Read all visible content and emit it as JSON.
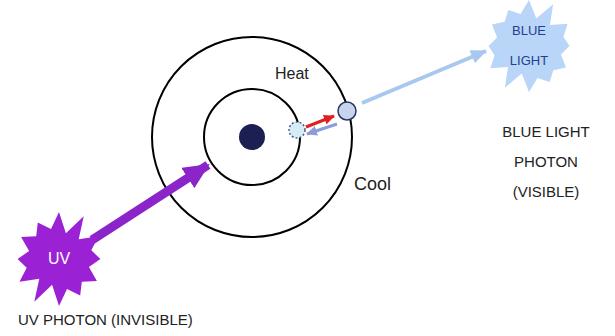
{
  "diagram": {
    "nodes": [
      {
        "text": [
          "UV"
        ]
      },
      {
        "text": [
          "BLUE LIGHT"
        ]
      }
    ],
    "labels": [
      "Heat",
      "Cool",
      "UV PHOTON (INVISIBLE)",
      "BLUE LIGHT PHOTON (VISIBLE)"
    ]
  }
}
